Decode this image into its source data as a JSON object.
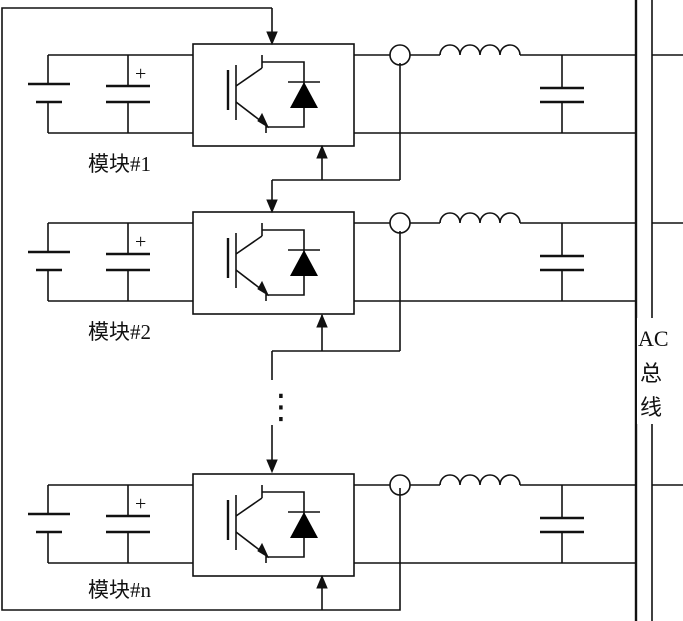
{
  "modules": [
    {
      "name": "模块",
      "index": "#1",
      "plus_label": "+"
    },
    {
      "name": "模块",
      "index": "#2",
      "plus_label": "+"
    },
    {
      "name": "模块",
      "index": "#n",
      "plus_label": "+"
    }
  ],
  "bus": {
    "line1": "AC",
    "line2": "总",
    "line3": "线"
  },
  "continuation": "⋮"
}
